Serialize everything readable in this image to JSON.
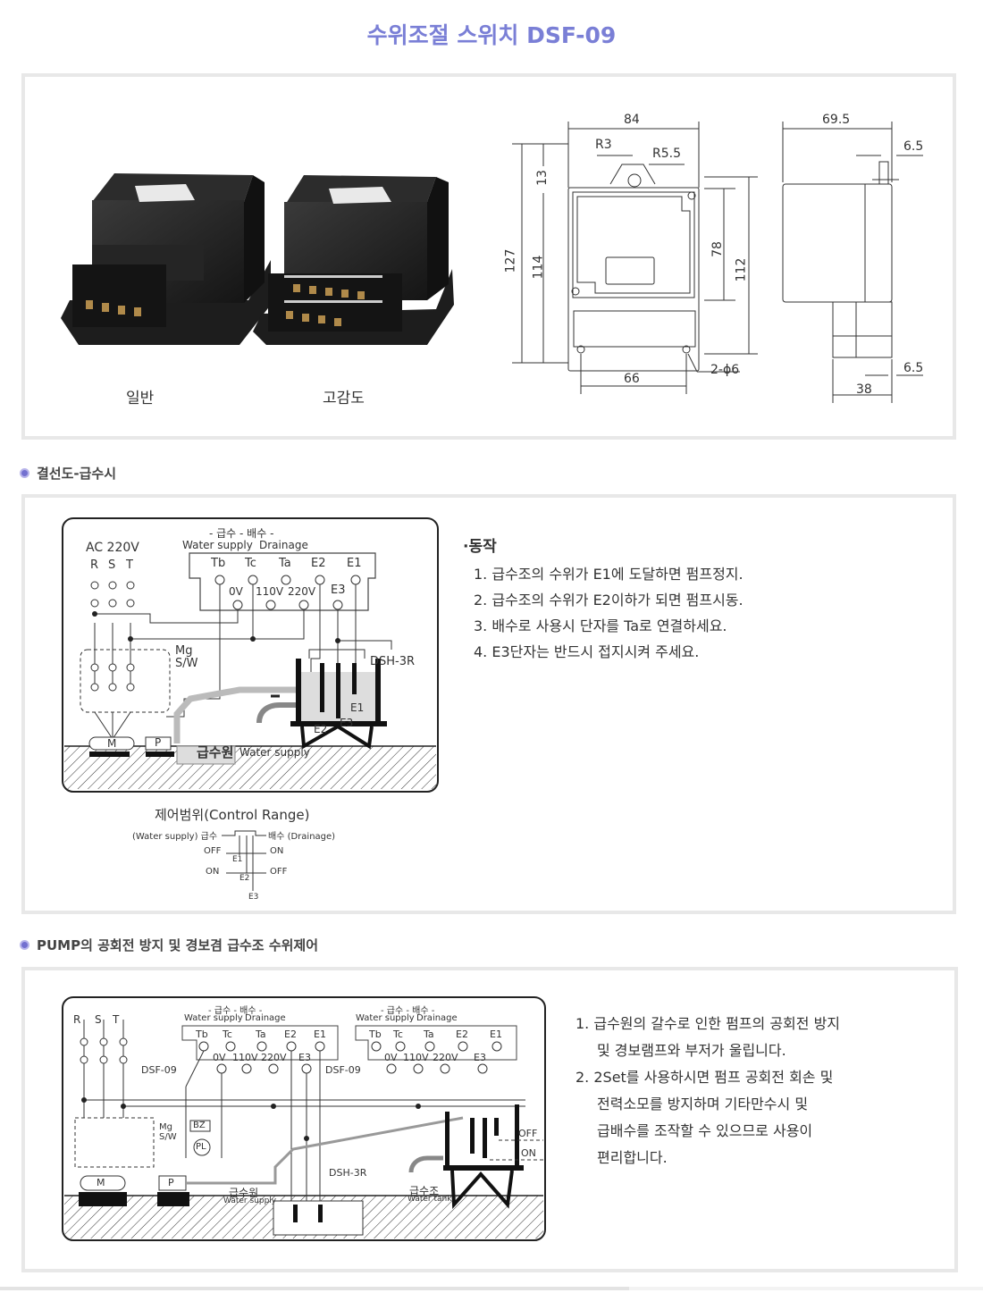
{
  "page_title": "수위조절 스위치 DSF-09",
  "product": {
    "models": [
      {
        "label": "일반"
      },
      {
        "label": "고감도"
      }
    ],
    "front_dims": {
      "width": "84",
      "r_small": "R3",
      "r_large": "R5.5",
      "top_offset": "13",
      "total_height": "127",
      "body_height": "114",
      "inner_height": "78",
      "mount_height": "112",
      "mount_width": "66",
      "hole": "2-ϕ6"
    },
    "side_dims": {
      "depth": "69.5",
      "tab_top": "6.5",
      "tab_bottom": "6.5",
      "terminal_depth": "38"
    }
  },
  "section1": {
    "heading": "결선도-급수시",
    "diagram": {
      "header_kr": "- 급수 - 배수 -",
      "header_en_supply": "Water supply",
      "header_en_drain": "Drainage",
      "power": "AC 220V",
      "phases": [
        "R",
        "S",
        "T"
      ],
      "top_terminals": [
        "Tb",
        "Tc",
        "Ta",
        "E2",
        "E1"
      ],
      "bottom_terminals": [
        "0V",
        "110V",
        "220V",
        "E3"
      ],
      "mg_sw": [
        "Mg",
        "S/W"
      ],
      "sensor": "DSH-3R",
      "motor": "M",
      "pump": "P",
      "water_source_kr": "급수원",
      "water_source_en": "Water supply",
      "electrodes": [
        "E1",
        "E2",
        "E3"
      ]
    },
    "control_range": {
      "title": "제어범위(Control Range)",
      "left": "(Water supply) 급수",
      "right": "배수 (Drainage)",
      "row1_left": "OFF",
      "row1_right": "ON",
      "row1_mid": "E1",
      "row2_left": "ON",
      "row2_right": "OFF",
      "row2_mid": "E2",
      "bottom": "E3"
    },
    "operation": {
      "title": "·동작",
      "items": [
        "1. 급수조의 수위가 E1에 도달하면 펌프정지.",
        "2. 급수조의 수위가 E2이하가 되면 펌프시동.",
        "3. 배수로 사용시 단자를 Ta로 연결하세요.",
        "4. E3단자는 반드시 접지시켜 주세요."
      ]
    }
  },
  "section2": {
    "heading": "PUMP의 공회전 방지 및 경보겸 급수조 수위제어",
    "diagram": {
      "header_kr": "- 급수 - 배수 -",
      "header_en_supply": "Water supply",
      "header_en_drain": "Drainage",
      "phases": [
        "R",
        "S",
        "T"
      ],
      "top_terminals": [
        "Tb",
        "Tc",
        "Ta",
        "E2",
        "E1"
      ],
      "bottom_terminals": [
        "0V",
        "110V",
        "220V",
        "E3"
      ],
      "unit_label": "DSF-09",
      "mg_sw": [
        "Mg",
        "S/W"
      ],
      "buzzer": "BZ",
      "lamp": "PL",
      "sensor": "DSH-3R",
      "motor": "M",
      "pump": "P",
      "source_kr": "급수원",
      "source_en": "Water supply",
      "tank_kr": "급수조",
      "tank_en": "Water tank",
      "off": "OFF",
      "on": "ON"
    },
    "notes": [
      "1. 급수원의 갈수로 인한 펌프의 공회전 방지",
      "및 경보램프와 부저가 울립니다.",
      "2. 2Set를 사용하시면 펌프 공회전 회손 및",
      "전력소모를 방지하며 기타만수시 및",
      "급배수를 조작할 수 있으므로 사용이",
      "편리합니다."
    ]
  },
  "colors": {
    "title": "#7a7fd6",
    "bullet": "#7370d0",
    "panel_border": "#e8e8e8"
  }
}
